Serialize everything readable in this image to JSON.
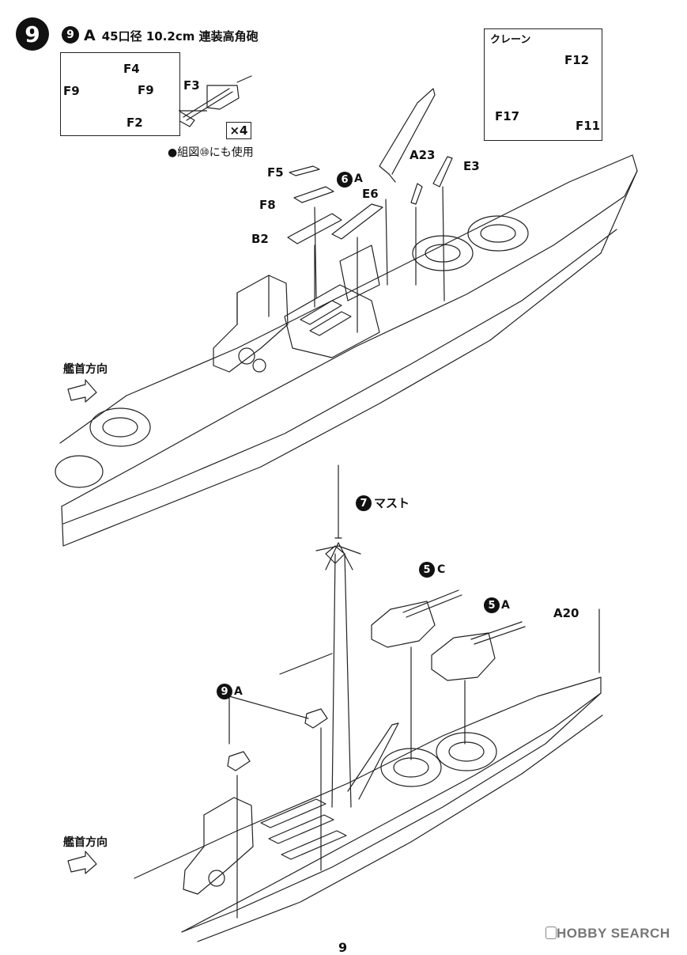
{
  "step": {
    "number": "9",
    "subassembly_id": "9",
    "subassembly_letter": "A",
    "title": "45口径 10.2cm 連装高角砲",
    "quantity": "×4",
    "note": "●組図⑩にも使用"
  },
  "gun_inset": {
    "parts": [
      "F4",
      "F9",
      "F9",
      "F2",
      "F3"
    ]
  },
  "crane_inset": {
    "title": "クレーン",
    "parts": [
      "F12",
      "F17",
      "F11"
    ]
  },
  "upper_view": {
    "parts": [
      "F5",
      "F8",
      "B2",
      "A23",
      "E6",
      "E3"
    ],
    "subassembly_ref": {
      "number": "6",
      "letter": "A"
    },
    "direction_label": "艦首方向"
  },
  "lower_view": {
    "mast": {
      "number": "7",
      "label": "マスト"
    },
    "turret_c": {
      "number": "5",
      "letter": "C"
    },
    "turret_a": {
      "number": "5",
      "letter": "A"
    },
    "part_a20": "A20",
    "gun_ref": {
      "number": "9",
      "letter": "A"
    },
    "direction_label": "艦首方向"
  },
  "watermark": "HOBBY SEARCH",
  "page_number": "9"
}
